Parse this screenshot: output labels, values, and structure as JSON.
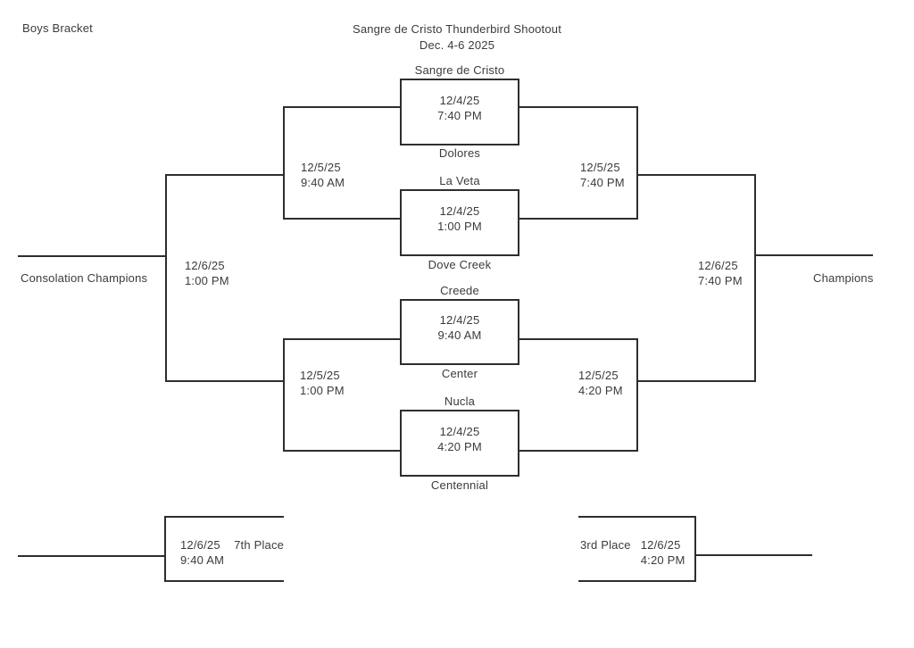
{
  "header": {
    "bracket_label": "Boys Bracket",
    "title": "Sangre de Cristo Thunderbird Shootout",
    "dates": "Dec. 4-6 2025"
  },
  "games": [
    {
      "team_top": "Sangre de Cristo",
      "date": "12/4/25",
      "time": "7:40 PM",
      "team_bottom": "Dolores"
    },
    {
      "team_top": "La Veta",
      "date": "12/4/25",
      "time": "1:00 PM",
      "team_bottom": "Dove Creek"
    },
    {
      "team_top": "Creede",
      "date": "12/4/25",
      "time": "9:40 AM",
      "team_bottom": "Center"
    },
    {
      "team_top": "Nucla",
      "date": "12/4/25",
      "time": "4:20 PM",
      "team_bottom": "Centennial"
    }
  ],
  "consolation_semifinals": [
    {
      "date": "12/5/25",
      "time": "9:40 AM"
    },
    {
      "date": "12/5/25",
      "time": "1:00 PM"
    }
  ],
  "championship_semifinals": [
    {
      "date": "12/5/25",
      "time": "7:40 PM"
    },
    {
      "date": "12/5/25",
      "time": "4:20 PM"
    }
  ],
  "consolation_final": {
    "date": "12/6/25",
    "time": "1:00 PM",
    "result_label": "Consolation Champions"
  },
  "championship_final": {
    "date": "12/6/25",
    "time": "7:40 PM",
    "result_label": "Champions"
  },
  "seventh_place_game": {
    "date": "12/6/25",
    "time": "9:40 AM",
    "label": "7th Place"
  },
  "third_place_game": {
    "label": "3rd Place",
    "date": "12/6/25",
    "time": "4:20 PM"
  },
  "colors": {
    "line": "#2e2e2e",
    "text": "#3b3b3b",
    "background": "#ffffff"
  }
}
